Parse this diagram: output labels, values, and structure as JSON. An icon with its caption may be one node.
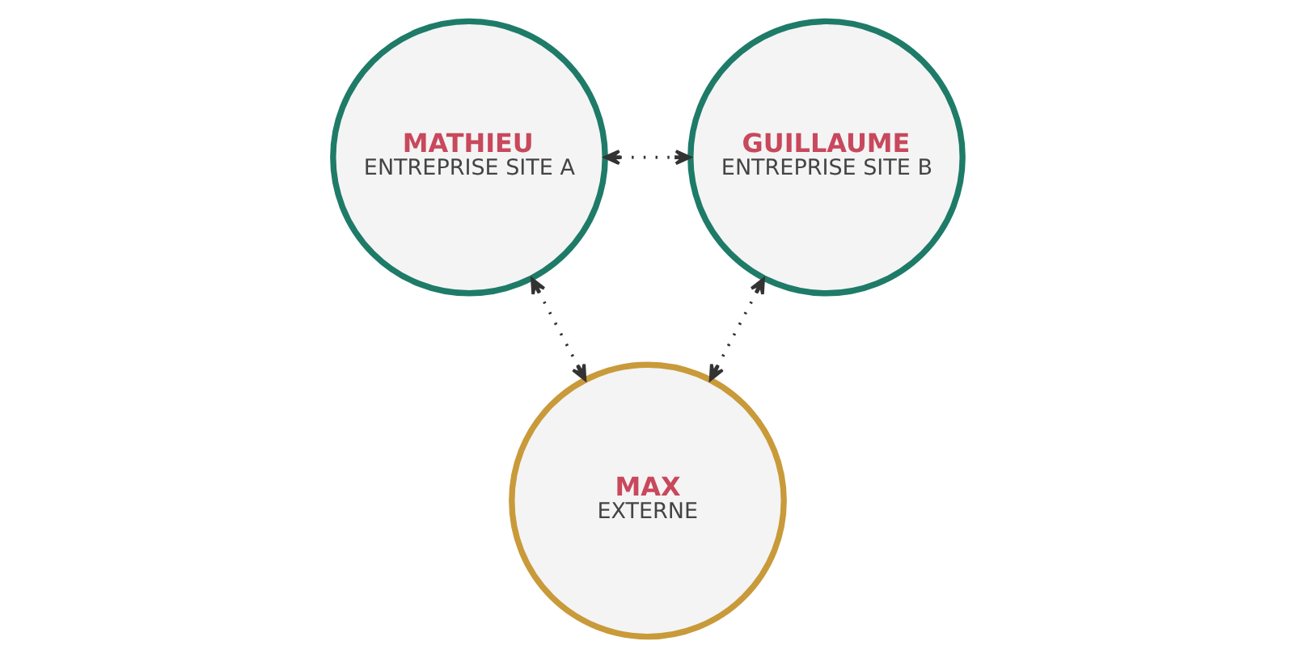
{
  "diagram": {
    "nodes": [
      {
        "text": [
          "MATHIEU",
          "ENTREPRISE SITE A"
        ]
      },
      {
        "text": [
          "GUILLAUME",
          "ENTREPRISE SITE B"
        ]
      },
      {
        "text": [
          "MAX",
          "EXTERNE"
        ]
      }
    ],
    "edges": [
      {
        "from": 0,
        "to": 2,
        "arrow": "both"
      },
      {
        "from": 0,
        "to": 1,
        "arrow": "both"
      },
      {
        "from": 1,
        "to": 2,
        "arrow": "both"
      }
    ]
  }
}
